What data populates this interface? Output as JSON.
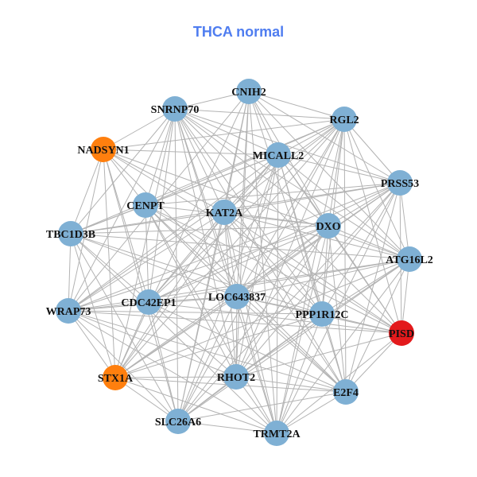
{
  "title": "THCA normal",
  "colors": {
    "default": "#7fb0d4",
    "highlight": "#ff7f0e",
    "target": "#e31a1c",
    "edge": "#b3b3b3"
  },
  "nodes": [
    {
      "id": "CNIH2",
      "type": "default"
    },
    {
      "id": "SNRNP70",
      "type": "default"
    },
    {
      "id": "RGL2",
      "type": "default"
    },
    {
      "id": "NADSYN1",
      "type": "highlight"
    },
    {
      "id": "MICALL2",
      "type": "default"
    },
    {
      "id": "PRSS53",
      "type": "default"
    },
    {
      "id": "CENPT",
      "type": "default"
    },
    {
      "id": "KAT2A",
      "type": "default"
    },
    {
      "id": "DXO",
      "type": "default"
    },
    {
      "id": "TBC1D3B",
      "type": "default"
    },
    {
      "id": "ATG16L2",
      "type": "default"
    },
    {
      "id": "LOC643837",
      "type": "default"
    },
    {
      "id": "CDC42EP1",
      "type": "default"
    },
    {
      "id": "WRAP73",
      "type": "default"
    },
    {
      "id": "PPP1R12C",
      "type": "default"
    },
    {
      "id": "PISD",
      "type": "target"
    },
    {
      "id": "STX1A",
      "type": "highlight"
    },
    {
      "id": "RHOT2",
      "type": "default"
    },
    {
      "id": "E2F4",
      "type": "default"
    },
    {
      "id": "SLC26A6",
      "type": "default"
    },
    {
      "id": "TRMT2A",
      "type": "default"
    }
  ]
}
